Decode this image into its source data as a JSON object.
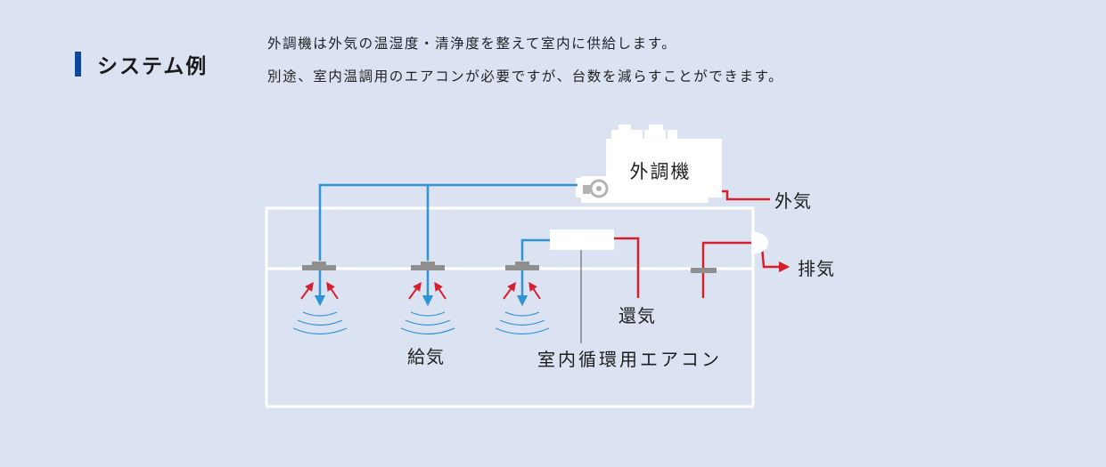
{
  "section": {
    "title": "システム例"
  },
  "description": {
    "line1": "外調機は外気の温湿度・清浄度を整えて室内に供給します。",
    "line2": "別途、室内温調用のエアコンが必要ですが、台数を減らすことができます。"
  },
  "diagram": {
    "unit_label": "外調機",
    "outdoor_air_label": "外気",
    "exhaust_label": "排気",
    "return_air_label": "還気",
    "supply_air_label": "給気",
    "indoor_ac_label": "室内循環用エアコン",
    "colors": {
      "supply": "#2f93d4",
      "return": "#d61f2c",
      "room_line": "#ffffff",
      "diffuser": "#8f8f8f",
      "accent": "#0c4a9e"
    }
  }
}
